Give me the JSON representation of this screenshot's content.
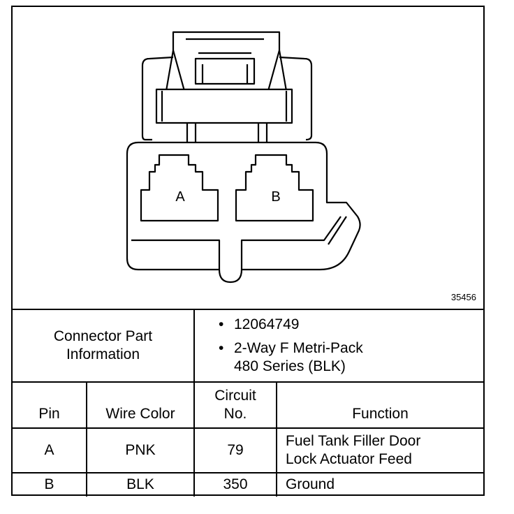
{
  "figure_number": "35456",
  "diagram": {
    "cavity_labels": [
      "A",
      "B"
    ]
  },
  "connector_info": {
    "label_line1": "Connector Part",
    "label_line2": "Information",
    "part_number": "12064749",
    "description_line1": "2-Way F Metri-Pack",
    "description_line2": "480 Series (BLK)",
    "bullet": "•"
  },
  "table": {
    "headers": {
      "pin": "Pin",
      "wire_color": "Wire Color",
      "circuit_line1": "Circuit",
      "circuit_line2": "No.",
      "function": "Function"
    },
    "rows": [
      {
        "pin": "A",
        "wire_color": "PNK",
        "circuit": "79",
        "function_line1": "Fuel Tank Filler Door",
        "function_line2": "Lock Actuator Feed"
      },
      {
        "pin": "B",
        "wire_color": "BLK",
        "circuit": "350",
        "function_line1": "Ground",
        "function_line2": ""
      }
    ]
  }
}
